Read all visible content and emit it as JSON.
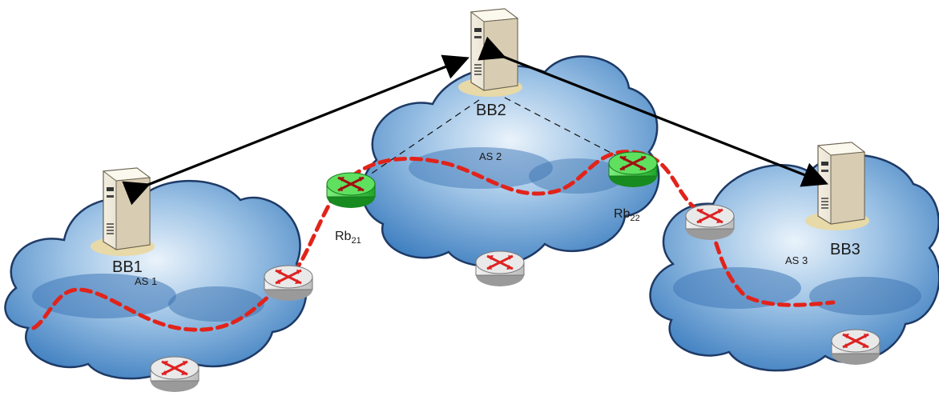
{
  "diagram": {
    "domains": [
      {
        "id": "as1",
        "label": "AS 1",
        "server_label": "BB1"
      },
      {
        "id": "as2",
        "label": "AS 2",
        "server_label": "BB2"
      },
      {
        "id": "as3",
        "label": "AS 3",
        "server_label": "BB3"
      }
    ],
    "border_routers": [
      {
        "id": "rb21",
        "base": "Rb",
        "sub": "21",
        "color": "#2ecc3a"
      },
      {
        "id": "rb22",
        "base": "Rb",
        "sub": "22",
        "color": "#2ecc3a"
      }
    ],
    "colors": {
      "cloud_fill": "#4f8fc9",
      "cloud_edge": "#1e3a66",
      "path": "#e2231a",
      "router_gray": "#d8d8d8",
      "arrow": "#000000"
    },
    "icons": [
      "server-icon",
      "router-icon",
      "cloud-icon"
    ]
  }
}
